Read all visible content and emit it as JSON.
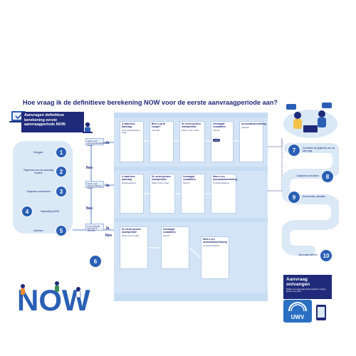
{
  "title": "Hoe vraag ik de definitieve berekening NOW voor de eerste aanvraagperiode aan?",
  "left": {
    "header": "Aanvragen definitieve berekening eerste aanvraagperiode NOW",
    "steps": [
      {
        "n": "1",
        "label": "Inloggen"
      },
      {
        "n": "2",
        "label": "Gegevens van uw aanvraag invullen"
      },
      {
        "n": "3",
        "label": "Gegevens controleren"
      },
      {
        "n": "4",
        "label": "Vaststelling NOW"
      },
      {
        "n": "5",
        "label": "Indienen"
      },
      {
        "n": "6",
        "label": ""
      }
    ],
    "questions": [
      "Heeft u een accountantsverklaring nodig?",
      "Heeft u een derdenverklaring nodig?",
      "Is uw subsidie lager dan € 100.000?"
    ],
    "ja": "Ja",
    "nee": "Nee"
  },
  "panel": {
    "rows": [
      {
        "cards": [
          {
            "title": "U staat deze aanvraag",
            "text": "Accountantsverklaring nodig"
          },
          {
            "title": "Bent u op de hoogte?",
            "text": "Informatie"
          },
          {
            "title": "De eerste gelezen omzetperiode",
            "text": "Welke omzet invullen"
          },
          {
            "title": "Gevraagde constanties",
            "text": "Gebruik"
          },
          {
            "title": "Accountantsverklaring",
            "text": "Uploaden"
          }
        ],
        "tag": "NOW"
      },
      {
        "cards": [
          {
            "title": "U staat deze aanvraag",
            "text": "Derdenverklaring"
          },
          {
            "title": "De eerste gelezen omzetperiode",
            "text": "Welke omzet invullen"
          },
          {
            "title": "Gevraagde constanties",
            "text": "Gebruik"
          },
          {
            "title": "Moet u een accountantsverklaring",
            "text": "Of derdenverklaring"
          }
        ]
      },
      {
        "cards": [
          {
            "title": "De eerste gelezen omzetperiode",
            "text": "Welke omzet invullen"
          },
          {
            "title": "Gevraagde constanties",
            "text": "Gebruik"
          },
          {
            "title": "Moet u een accountantsverklaring",
            "text": "Of derdenverklaring"
          }
        ]
      }
    ]
  },
  "right": {
    "steps": [
      {
        "n": "7",
        "label": "Controleer de gegevens van uw aanvraag"
      },
      {
        "n": "8",
        "label": "Gegevens controleren"
      },
      {
        "n": "9",
        "label": "Documenten uploaden"
      },
      {
        "n": "10",
        "label": "Aanvraag indienen"
      }
    ],
    "received_title": "Aanvraag ontvangen",
    "received_sub": "Nadat u de aanvraag heeft ingediend, krijgt u bericht van UWV",
    "logo": "UWV",
    "now_logo": "NOW"
  }
}
